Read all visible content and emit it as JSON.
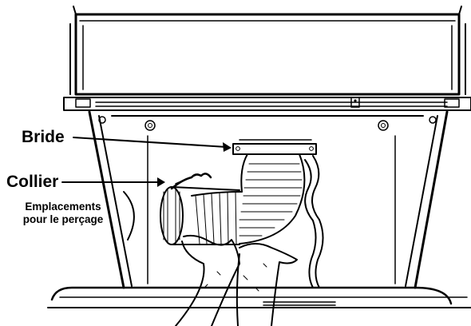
{
  "labels": {
    "bride": "Bride",
    "collier": "Collier",
    "emplacements_line1": "Emplacements",
    "emplacements_line2": "pour le perçage"
  },
  "colors": {
    "ink": "#000000",
    "paper": "#ffffff"
  }
}
